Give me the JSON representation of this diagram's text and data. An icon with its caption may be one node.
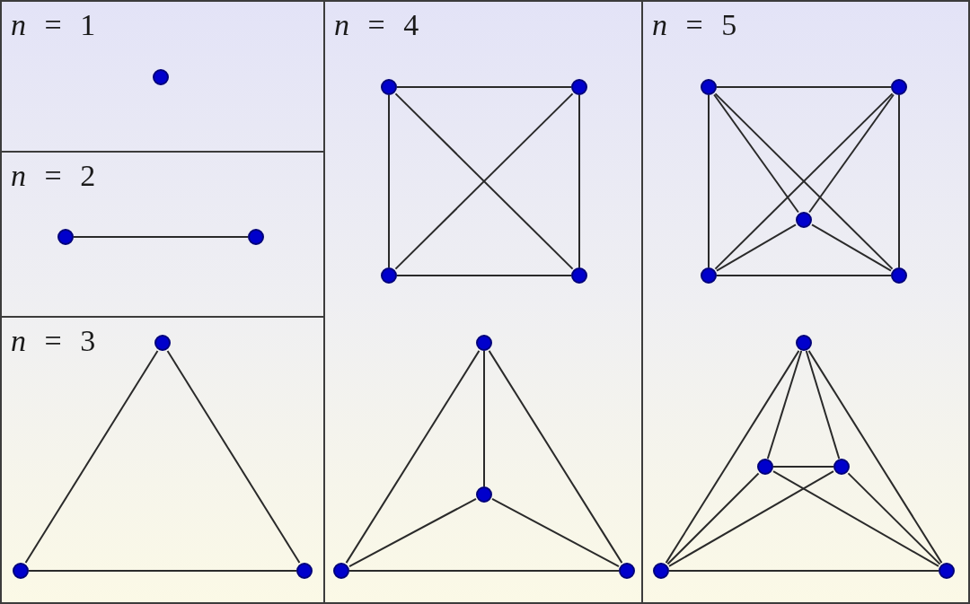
{
  "diagram": {
    "nodes": [
      {
        "text": [
          "*n* = 1"
        ]
      },
      {
        "text": [],
        "shape": "circle",
        "in": 0
      },
      {
        "text": [
          "*n* = 2"
        ]
      },
      {
        "text": [],
        "shape": "circle",
        "in": 2
      },
      {
        "text": [],
        "shape": "circle",
        "in": 2
      },
      {
        "text": [
          "*n* = 3"
        ]
      },
      {
        "text": [],
        "shape": "circle",
        "in": 5
      },
      {
        "text": [],
        "shape": "circle",
        "in": 5
      },
      {
        "text": [],
        "shape": "circle",
        "in": 5
      },
      {
        "text": [
          "*n* = 4"
        ]
      },
      {
        "text": [],
        "shape": "circle",
        "in": 9
      },
      {
        "text": [],
        "shape": "circle",
        "in": 9
      },
      {
        "text": [],
        "shape": "circle",
        "in": 9
      },
      {
        "text": [],
        "shape": "circle",
        "in": 9
      },
      {
        "text": [],
        "shape": "circle",
        "in": 9
      },
      {
        "text": [],
        "shape": "circle",
        "in": 9
      },
      {
        "text": [],
        "shape": "circle",
        "in": 9
      },
      {
        "text": [],
        "shape": "circle",
        "in": 9
      },
      {
        "text": [
          "*n* = 5"
        ]
      },
      {
        "text": [],
        "shape": "circle",
        "in": 18
      },
      {
        "text": [],
        "shape": "circle",
        "in": 18
      },
      {
        "text": [],
        "shape": "circle",
        "in": 18
      },
      {
        "text": [],
        "shape": "circle",
        "in": 18
      },
      {
        "text": [],
        "shape": "circle",
        "in": 18
      },
      {
        "text": [],
        "shape": "circle",
        "in": 18
      },
      {
        "text": [],
        "shape": "circle",
        "in": 18
      },
      {
        "text": [],
        "shape": "circle",
        "in": 18
      },
      {
        "text": [],
        "shape": "circle",
        "in": 18
      },
      {
        "text": [],
        "shape": "circle",
        "in": 18
      }
    ],
    "edges": [
      {
        "from": 3,
        "to": 4,
        "arrow": "none"
      },
      {
        "from": 6,
        "to": 7,
        "arrow": "none"
      },
      {
        "from": 6,
        "to": 8,
        "arrow": "none"
      },
      {
        "from": 7,
        "to": 8,
        "arrow": "none"
      },
      {
        "from": 10,
        "to": 11,
        "arrow": "none"
      },
      {
        "from": 10,
        "to": 12,
        "arrow": "none"
      },
      {
        "from": 11,
        "to": 13,
        "arrow": "none"
      },
      {
        "from": 12,
        "to": 13,
        "arrow": "none"
      },
      {
        "from": 10,
        "to": 13,
        "arrow": "none"
      },
      {
        "from": 11,
        "to": 12,
        "arrow": "none"
      },
      {
        "from": 14,
        "to": 15,
        "arrow": "none"
      },
      {
        "from": 14,
        "to": 16,
        "arrow": "none"
      },
      {
        "from": 14,
        "to": 17,
        "arrow": "none"
      },
      {
        "from": 15,
        "to": 16,
        "arrow": "none"
      },
      {
        "from": 15,
        "to": 17,
        "arrow": "none"
      },
      {
        "from": 16,
        "to": 17,
        "arrow": "none"
      },
      {
        "from": 19,
        "to": 20,
        "arrow": "none"
      },
      {
        "from": 19,
        "to": 22,
        "arrow": "none"
      },
      {
        "from": 20,
        "to": 23,
        "arrow": "none"
      },
      {
        "from": 22,
        "to": 23,
        "arrow": "none"
      },
      {
        "from": 19,
        "to": 23,
        "arrow": "none"
      },
      {
        "from": 20,
        "to": 22,
        "arrow": "none"
      },
      {
        "from": 19,
        "to": 21,
        "arrow": "none"
      },
      {
        "from": 20,
        "to": 21,
        "arrow": "none"
      },
      {
        "from": 21,
        "to": 22,
        "arrow": "none"
      },
      {
        "from": 21,
        "to": 23,
        "arrow": "none"
      },
      {
        "from": 24,
        "to": 25,
        "arrow": "none"
      },
      {
        "from": 24,
        "to": 26,
        "arrow": "none"
      },
      {
        "from": 24,
        "to": 27,
        "arrow": "none"
      },
      {
        "from": 24,
        "to": 28,
        "arrow": "none"
      },
      {
        "from": 25,
        "to": 26,
        "arrow": "none"
      },
      {
        "from": 25,
        "to": 27,
        "arrow": "none"
      },
      {
        "from": 25,
        "to": 28,
        "arrow": "none"
      },
      {
        "from": 26,
        "to": 27,
        "arrow": "none"
      },
      {
        "from": 26,
        "to": 28,
        "arrow": "none"
      },
      {
        "from": 27,
        "to": 28,
        "arrow": "none"
      }
    ]
  }
}
